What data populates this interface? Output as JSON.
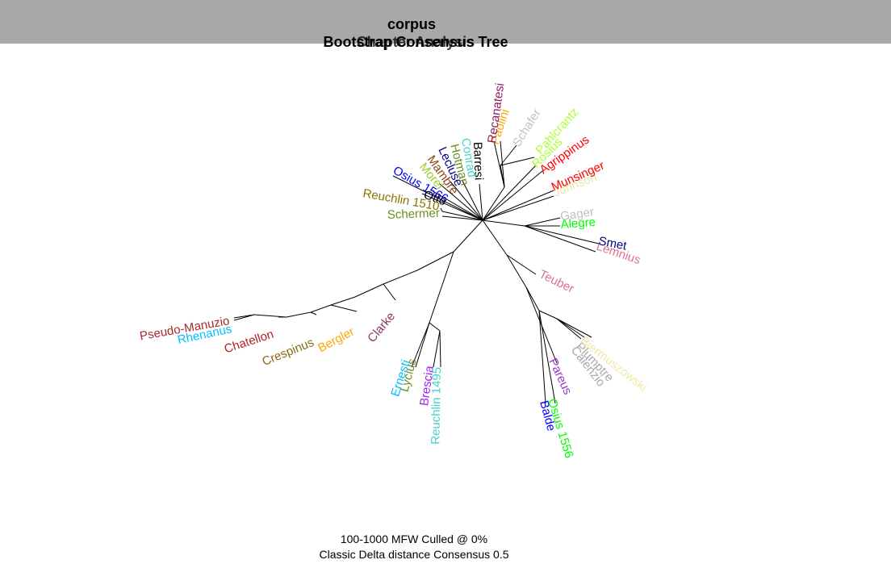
{
  "title": "corpus",
  "subtitle": "Bootstrap Consensus Tree",
  "subtitle_overlap": "Chapter Analysis",
  "footer": {
    "line1": "100-1000 MFW  Culled @ 0%",
    "line2": "Classic Delta distance Consensus 0.5"
  },
  "colors": {
    "header_band": "#a9a9a9"
  },
  "leaves": [
    {
      "label": "Pseudo-Manuzio",
      "color": "#a52a2a"
    },
    {
      "label": "Rhenanus",
      "color": "#00bfff"
    },
    {
      "label": "Chatellon",
      "color": "#b22222"
    },
    {
      "label": "Crespinus",
      "color": "#8b6914"
    },
    {
      "label": "Bergler",
      "color": "#ffa500"
    },
    {
      "label": "Clarke",
      "color": "#8b3a62"
    },
    {
      "label": "Ernesti",
      "color": "#00bfff"
    },
    {
      "label": "Lycius",
      "color": "#6b8e23"
    },
    {
      "label": "Brescia",
      "color": "#a020f0"
    },
    {
      "label": "Reuchlin 1495",
      "color": "#48d1cc"
    },
    {
      "label": "Balde",
      "color": "#0000ff"
    },
    {
      "label": "Osius 1556",
      "color": "#00ff00"
    },
    {
      "label": "Pareus",
      "color": "#9932cc"
    },
    {
      "label": "Calenzio",
      "color": "#a9a9a9"
    },
    {
      "label": "Plumptre",
      "color": "#a9a9a9"
    },
    {
      "label": "Biermuszowski",
      "color": "#eee8aa"
    },
    {
      "label": "Teuber",
      "color": "#db7093"
    },
    {
      "label": "Lemnius",
      "color": "#db7093"
    },
    {
      "label": "Smet",
      "color": "#000080"
    },
    {
      "label": "Alegre",
      "color": "#00ff00"
    },
    {
      "label": "Gager",
      "color": "#c0c0c0"
    },
    {
      "label": "Johnson",
      "color": "#eee8aa"
    },
    {
      "label": "Munsinger",
      "color": "#ff0000"
    },
    {
      "label": "Agrippinus",
      "color": "#ff0000"
    },
    {
      "label": "Rosius",
      "color": "#adff2f"
    },
    {
      "label": "Pahlcrantz",
      "color": "#adff2f"
    },
    {
      "label": "Schafer",
      "color": "#c0c0c0"
    },
    {
      "label": "Paolini",
      "color": "#ffa500"
    },
    {
      "label": "Recanatesi",
      "color": "#8b1c62"
    },
    {
      "label": "Barresi",
      "color": "#000000"
    },
    {
      "label": "Conrad",
      "color": "#48d1cc"
    },
    {
      "label": "Hotman",
      "color": "#6b8e23"
    },
    {
      "label": "Lecluse",
      "color": "#00008b"
    },
    {
      "label": "Mambre",
      "color": "#8b4513"
    },
    {
      "label": "Morel",
      "color": "#9acd32"
    },
    {
      "label": "Osius 1566",
      "color": "#0000ff"
    },
    {
      "label": "Otto",
      "color": "#000000"
    },
    {
      "label": "Reuchlin 1510",
      "color": "#8b7500"
    },
    {
      "label": "Schermer",
      "color": "#6b8e23"
    }
  ]
}
